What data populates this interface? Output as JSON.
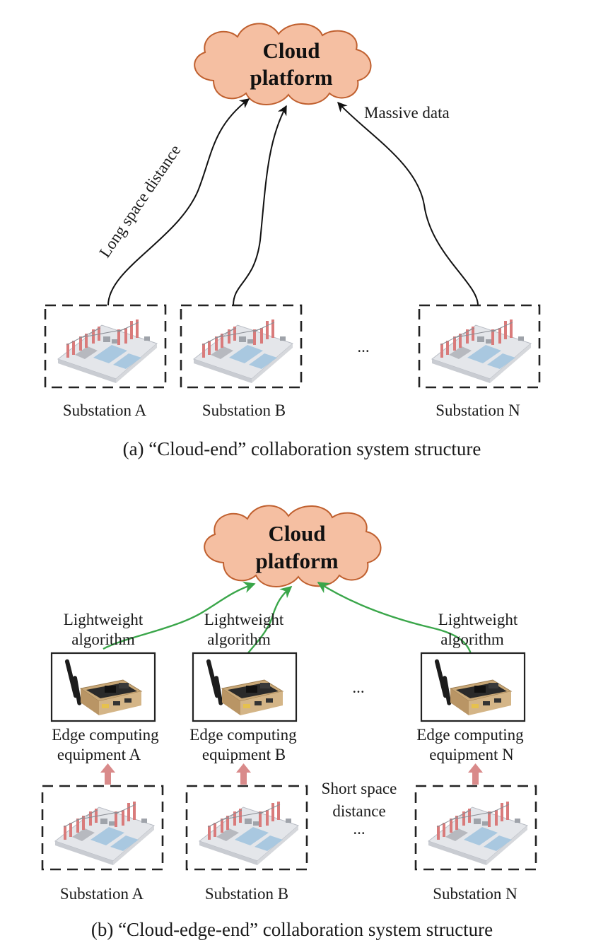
{
  "diagram_a": {
    "cloud_line1": "Cloud",
    "cloud_line2": "platform",
    "long_distance_label": "Long space distance",
    "massive_data_label": "Massive data",
    "ellipsis": "...",
    "substations": [
      "Substation A",
      "Substation B",
      "Substation N"
    ],
    "caption": "(a) “Cloud-end” collaboration system structure"
  },
  "diagram_b": {
    "cloud_line1": "Cloud",
    "cloud_line2": "platform",
    "algorithm_line1": "Lightweight",
    "algorithm_line2": "algorithm",
    "edge_line1": "Edge computing",
    "edge_devices": [
      "equipment A",
      "equipment B",
      "equipment N"
    ],
    "ellipsis": "...",
    "short_distance_line1": "Short space",
    "short_distance_line2": "distance",
    "substations": [
      "Substation A",
      "Substation B",
      "Substation N"
    ],
    "caption": "(b) “Cloud-edge-end” collaboration system structure"
  },
  "colors": {
    "cloud_fill": "#f5bfa2",
    "cloud_stroke": "#c0602f",
    "green_arrow": "#3aa64a",
    "up_arrow": "#d98a8a"
  }
}
